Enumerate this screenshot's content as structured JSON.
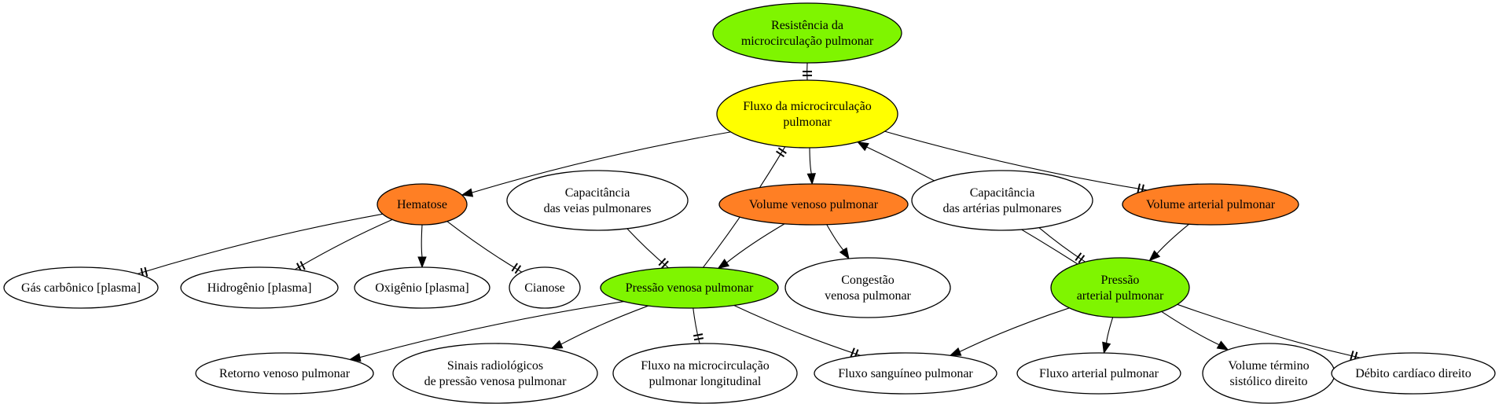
{
  "colors": {
    "green": "#7ff500",
    "yellow": "#ffff00",
    "orange": "#ff7f24",
    "white": "#ffffff"
  },
  "nodes": [
    {
      "id": "resistencia",
      "lines": [
        "Resistência da",
        "microcirculação pulmonar"
      ],
      "color": "green"
    },
    {
      "id": "fluxo_micro",
      "lines": [
        "Fluxo da microcirculação",
        "pulmonar"
      ],
      "color": "yellow"
    },
    {
      "id": "hematose",
      "lines": [
        "Hematose"
      ],
      "color": "orange"
    },
    {
      "id": "cap_veias",
      "lines": [
        "Capacitância",
        "das veias pulmonares"
      ],
      "color": "white"
    },
    {
      "id": "vol_venoso",
      "lines": [
        "Volume venoso pulmonar"
      ],
      "color": "orange"
    },
    {
      "id": "cap_arterias",
      "lines": [
        "Capacitância",
        "das artérias pulmonares"
      ],
      "color": "white"
    },
    {
      "id": "vol_arterial",
      "lines": [
        "Volume arterial pulmonar"
      ],
      "color": "orange"
    },
    {
      "id": "gas_carbonico",
      "lines": [
        "Gás carbônico [plasma]"
      ],
      "color": "white"
    },
    {
      "id": "hidrogenio",
      "lines": [
        "Hidrogênio [plasma]"
      ],
      "color": "white"
    },
    {
      "id": "oxigenio",
      "lines": [
        "Oxigênio [plasma]"
      ],
      "color": "white"
    },
    {
      "id": "cianose",
      "lines": [
        "Cianose"
      ],
      "color": "white"
    },
    {
      "id": "pressao_venosa",
      "lines": [
        "Pressão venosa pulmonar"
      ],
      "color": "green"
    },
    {
      "id": "congestao",
      "lines": [
        "Congestão",
        "venosa pulmonar"
      ],
      "color": "white"
    },
    {
      "id": "pressao_arterial",
      "lines": [
        "Pressão",
        "arterial pulmonar"
      ],
      "color": "green"
    },
    {
      "id": "retorno",
      "lines": [
        "Retorno venoso pulmonar"
      ],
      "color": "white"
    },
    {
      "id": "sinais",
      "lines": [
        "Sinais radiológicos",
        "de pressão venosa pulmonar"
      ],
      "color": "white"
    },
    {
      "id": "fluxo_longitudinal",
      "lines": [
        "Fluxo na microcirculação",
        "pulmonar longitudinal"
      ],
      "color": "white"
    },
    {
      "id": "fluxo_sanguineo",
      "lines": [
        "Fluxo sanguíneo pulmonar"
      ],
      "color": "white"
    },
    {
      "id": "fluxo_arterial",
      "lines": [
        "Fluxo arterial pulmonar"
      ],
      "color": "white"
    },
    {
      "id": "volume_termino",
      "lines": [
        "Volume término",
        "sistólico direito"
      ],
      "color": "white"
    },
    {
      "id": "debito",
      "lines": [
        "Débito cardíaco direito"
      ],
      "color": "white"
    }
  ],
  "edges": [
    {
      "from": "resistencia",
      "to": "fluxo_micro",
      "type": "inverse"
    },
    {
      "from": "fluxo_micro",
      "to": "hematose",
      "type": "arrow"
    },
    {
      "from": "fluxo_micro",
      "to": "vol_venoso",
      "type": "arrow"
    },
    {
      "from": "fluxo_micro",
      "to": "vol_arterial",
      "type": "inverse"
    },
    {
      "from": "hematose",
      "to": "gas_carbonico",
      "type": "inverse"
    },
    {
      "from": "hematose",
      "to": "hidrogenio",
      "type": "inverse"
    },
    {
      "from": "hematose",
      "to": "oxigenio",
      "type": "arrow"
    },
    {
      "from": "hematose",
      "to": "cianose",
      "type": "inverse"
    },
    {
      "from": "cap_veias",
      "to": "pressao_venosa",
      "type": "inverse"
    },
    {
      "from": "vol_venoso",
      "to": "pressao_venosa",
      "type": "arrow"
    },
    {
      "from": "vol_venoso",
      "to": "congestao",
      "type": "arrow"
    },
    {
      "from": "pressao_venosa",
      "to": "fluxo_micro",
      "type": "inverse"
    },
    {
      "from": "cap_arterias",
      "to": "pressao_arterial",
      "type": "inverse"
    },
    {
      "from": "vol_arterial",
      "to": "pressao_arterial",
      "type": "arrow"
    },
    {
      "from": "pressao_arterial",
      "to": "fluxo_micro",
      "type": "arrow"
    },
    {
      "from": "pressao_venosa",
      "to": "retorno",
      "type": "arrow"
    },
    {
      "from": "pressao_venosa",
      "to": "sinais",
      "type": "arrow"
    },
    {
      "from": "pressao_venosa",
      "to": "fluxo_longitudinal",
      "type": "inverse"
    },
    {
      "from": "pressao_venosa",
      "to": "fluxo_sanguineo",
      "type": "inverse"
    },
    {
      "from": "pressao_arterial",
      "to": "fluxo_sanguineo",
      "type": "arrow"
    },
    {
      "from": "pressao_arterial",
      "to": "fluxo_arterial",
      "type": "arrow"
    },
    {
      "from": "pressao_arterial",
      "to": "volume_termino",
      "type": "arrow"
    },
    {
      "from": "pressao_arterial",
      "to": "debito",
      "type": "inverse"
    }
  ]
}
